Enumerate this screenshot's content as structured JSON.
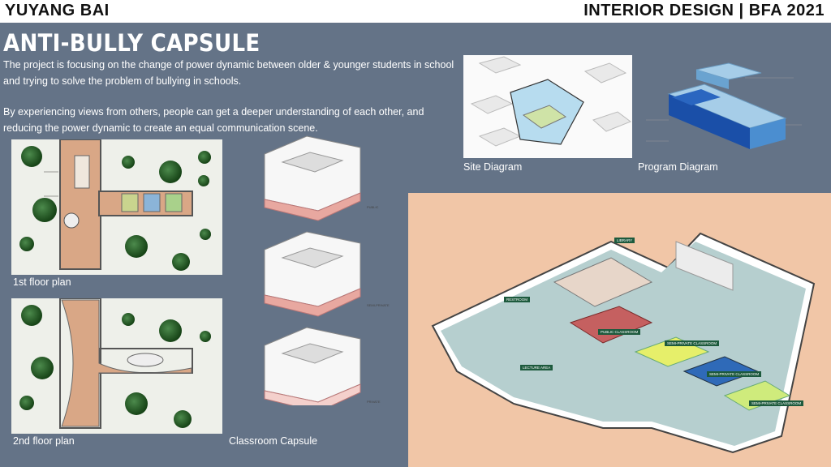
{
  "header": {
    "author": "YUYANG BAI",
    "course": "INTERIOR DESIGN  |  BFA 2021"
  },
  "project": {
    "title": "ANTI-BULLY CAPSULE",
    "para1": "The project is focusing on the change of power dynamic between older & younger students in school and trying to solve the problem of bullying in schools.",
    "para2": "By experiencing views from others, people can get a deeper understanding of each other, and reducing the power dynamic to create an equal communication scene."
  },
  "captions": {
    "floor1": "1st floor plan",
    "floor2": "2nd floor plan",
    "capsule": "Classroom Capsule",
    "site": "Site Diagram",
    "program": "Program Diagram"
  },
  "capsule_labels": {
    "public": "PUBLIC",
    "semi_private": "SEMI-PRIVATE",
    "private": "PRIVATE"
  },
  "iso_tags": {
    "library": "LIBRARY",
    "restroom": "RESTROOM",
    "public_classroom": "PUBLIC CLASSROOM",
    "lecture_area": "LECTURE AREA",
    "semi_private_1": "SEMI-PRIVATE CLASSROOM",
    "semi_private_2": "SEMI-PRIVATE CLASSROOM",
    "semi_private_3": "SEMI-PRIVATE CLASSROOM"
  },
  "colors": {
    "panel": "#647387",
    "iso_background": "#f1c6a7",
    "tag": "#1d5a3d",
    "program_dark": "#1a4fa8",
    "program_mid": "#4b8ed0",
    "program_light": "#a6cde8"
  }
}
